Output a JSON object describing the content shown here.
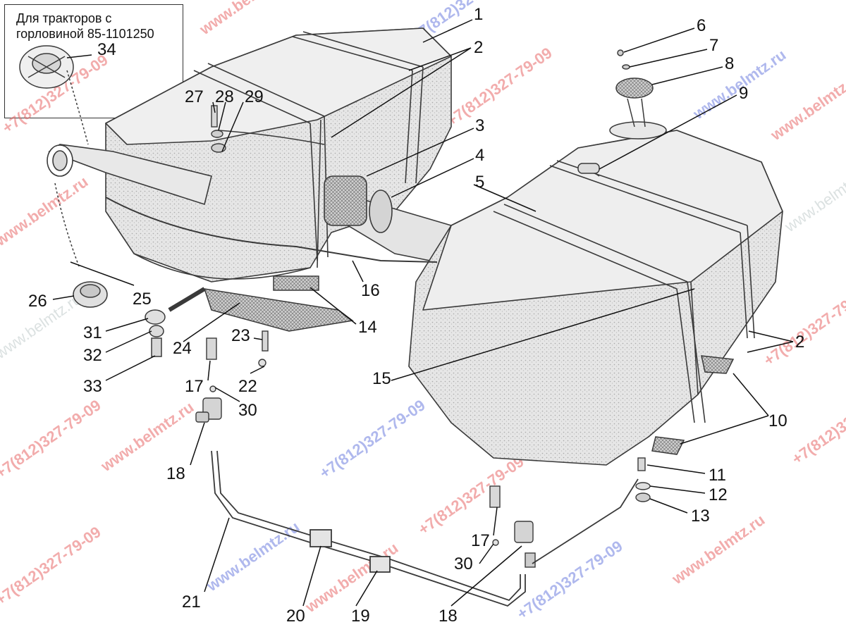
{
  "note": {
    "line1": "Для тракторов с",
    "line2": "горловиной 85-1101250"
  },
  "callouts": [
    "34",
    "1",
    "2",
    "3",
    "4",
    "5",
    "6",
    "7",
    "8",
    "9",
    "27",
    "28",
    "29",
    "16",
    "14",
    "15",
    "25",
    "26",
    "31",
    "32",
    "33",
    "24",
    "23",
    "22",
    "17",
    "30",
    "18",
    "21",
    "20",
    "19",
    "10",
    "11",
    "12",
    "13"
  ],
  "watermarks": {
    "site": "www.belmtz.ru",
    "phone": "+7(812)327-79-09"
  },
  "colors": {
    "line": "#3a3a3a",
    "shade": "#cfcfcf",
    "watermark_red": "#e86a6a",
    "watermark_blue": "#6f7fe0"
  }
}
